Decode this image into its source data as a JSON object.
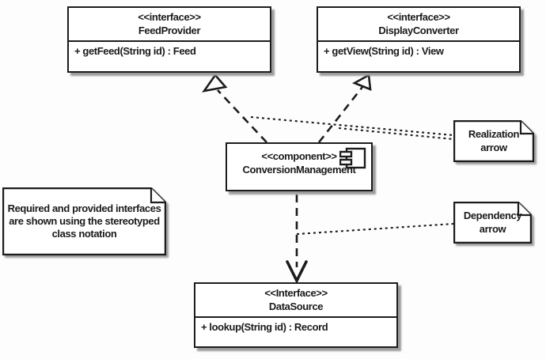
{
  "figure": {
    "boxes": {
      "feed_provider": {
        "stereotype": "<<interface>>",
        "name": "FeedProvider",
        "operation": "+ getFeed(String id) : Feed"
      },
      "display_converter": {
        "stereotype": "<<interface>>",
        "name": "DisplayConverter",
        "operation": "+ getView(String id) : View"
      },
      "conversion_management": {
        "stereotype": "<<component>>",
        "name": "ConversionManagement"
      },
      "data_source": {
        "stereotype": "<<Interface>>",
        "name": "DataSource",
        "operation": "+ lookup(String id) : Record"
      }
    },
    "notes": {
      "realization": {
        "line1": "Realization",
        "line2": "arrow"
      },
      "dependency": {
        "line1": "Dependency",
        "line2": "arrow"
      },
      "explanation": {
        "line1": "Required and provided interfaces",
        "line2": "are shown using the stereotyped",
        "line3": "class notation"
      }
    },
    "colors": {
      "line": "#1c1c1c",
      "paper": "#fdfdfd",
      "shadow": "#9c9c9c"
    }
  }
}
